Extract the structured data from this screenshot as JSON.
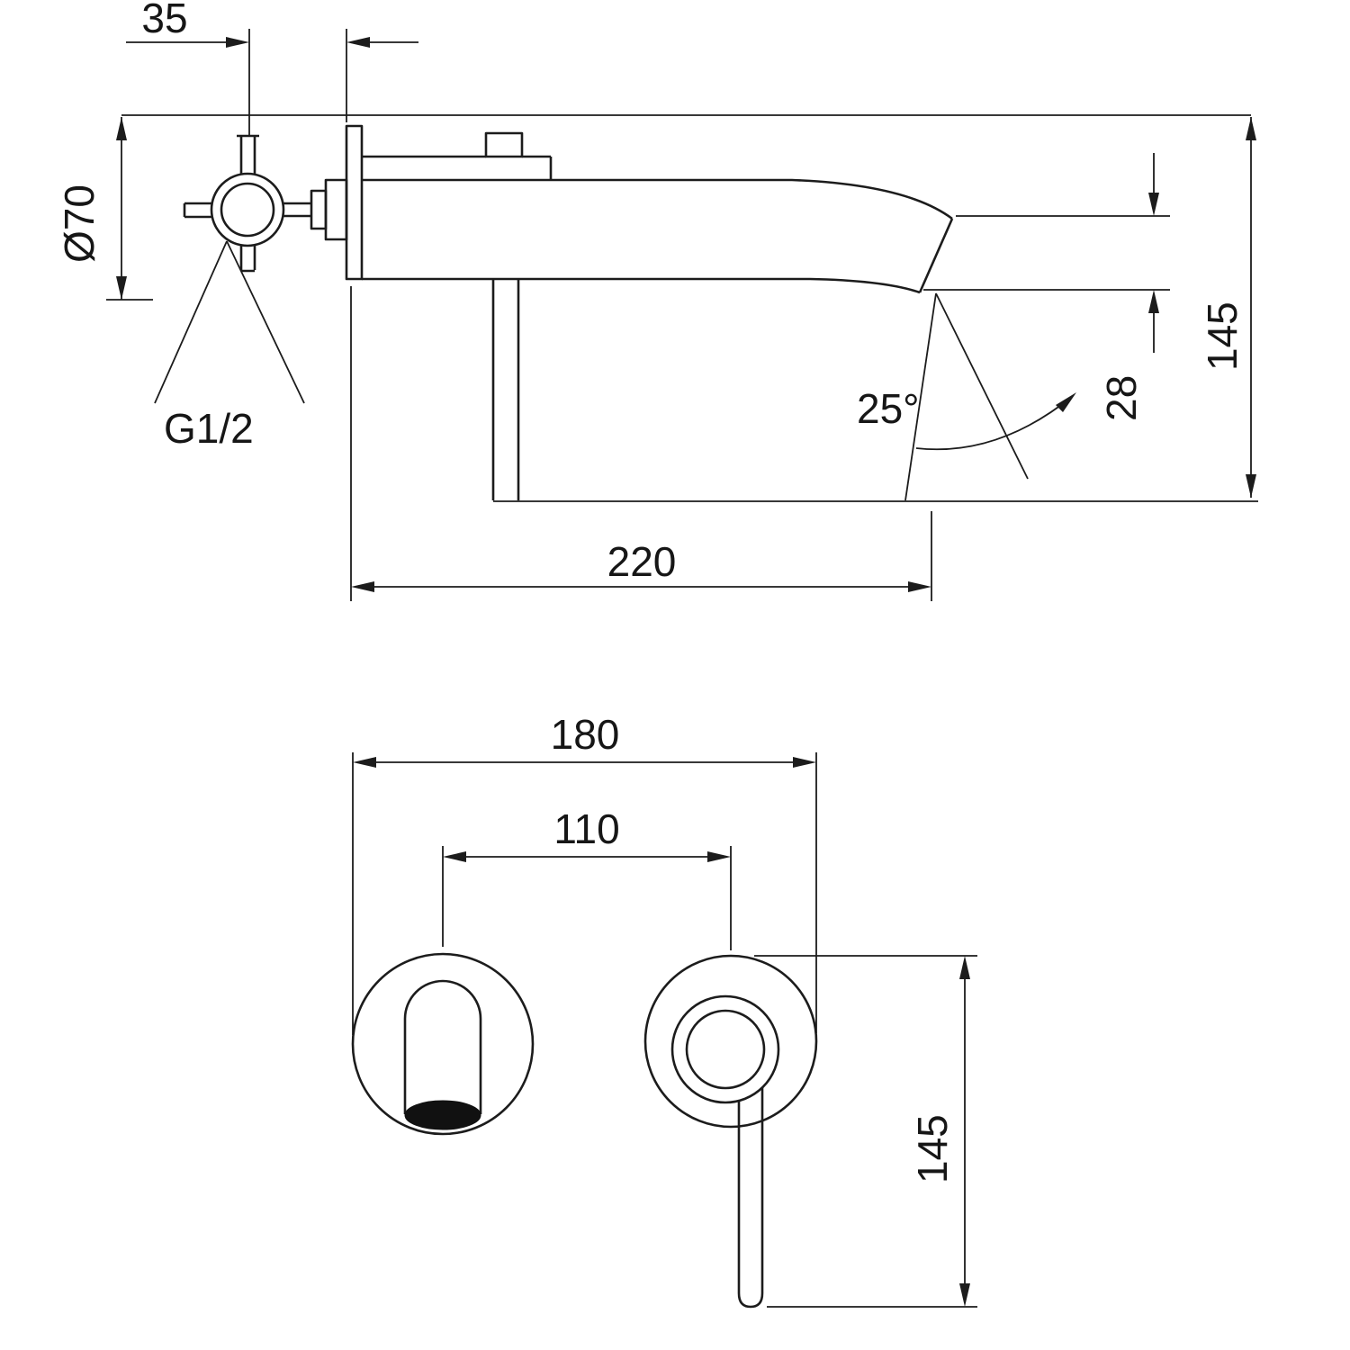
{
  "side_view": {
    "handle_offset": "35",
    "escutcheon_diameter": "Ø70",
    "thread_size": "G1/2",
    "overall_height": "145",
    "spout_diameter": "28",
    "spout_angle": "25°",
    "spout_reach": "220"
  },
  "front_view": {
    "plate_width": "180",
    "hole_spacing": "110",
    "lever_height": "145"
  },
  "colors": {
    "line": "#1c1c1c",
    "text": "#161616",
    "background": "#ffffff"
  }
}
